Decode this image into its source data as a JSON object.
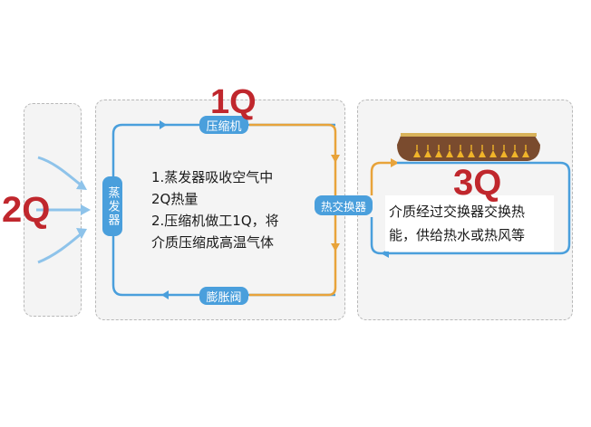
{
  "labels": {
    "q1": "1Q",
    "q2": "2Q",
    "q3": "3Q"
  },
  "components": {
    "compressor": "压缩机",
    "expansion_valve": "膨胀阀",
    "heat_exchanger": "热交换器",
    "evaporator": "蒸发器"
  },
  "description_middle": [
    "1.蒸发器吸收空气中",
    "2Q热量",
    "2.压缩机做工1Q，将",
    "介质压缩成高温气体"
  ],
  "description_right": [
    "介质经过交换器交换热",
    "能，供给热水或热风等"
  ],
  "colors": {
    "hot_line": "#e8a33a",
    "cold_line": "#4a9fdc",
    "pill": "#4a9fdc",
    "q_label": "#c0272d",
    "radiator_body": "#7a4b2e",
    "radiator_top": "#d8b25a"
  }
}
